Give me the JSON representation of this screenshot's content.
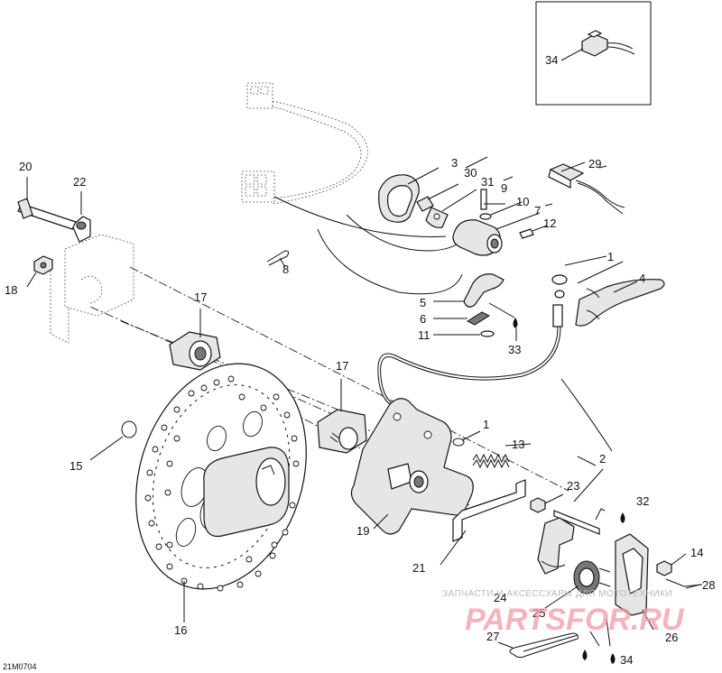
{
  "diagram": {
    "code": "21M0704",
    "callouts": [
      "1",
      "2",
      "3",
      "4",
      "5",
      "6",
      "7",
      "8",
      "9",
      "10",
      "11",
      "12",
      "13",
      "14",
      "15",
      "16",
      "17",
      "18",
      "19",
      "20",
      "21",
      "22",
      "23",
      "24",
      "25",
      "26",
      "27",
      "28",
      "29",
      "30",
      "31",
      "32",
      "33",
      "34"
    ],
    "labels": {
      "c1a": "1",
      "c1b": "1",
      "c2": "2",
      "c3": "3",
      "c4": "4",
      "c5": "5",
      "c6": "6",
      "c7": "7",
      "c8": "8",
      "c9": "9",
      "c10": "10",
      "c11": "11",
      "c12": "12",
      "c13": "13",
      "c14": "14",
      "c15": "15",
      "c16": "16",
      "c17a": "17",
      "c17b": "17",
      "c18": "18",
      "c19": "19",
      "c20": "20",
      "c21": "21",
      "c22": "22",
      "c23": "23",
      "c24": "24",
      "c25": "25",
      "c26": "26",
      "c27": "27",
      "c28": "28",
      "c29": "29",
      "c30": "30",
      "c31": "31",
      "c32": "32",
      "c33": "33",
      "c34a": "34",
      "c34b": "34"
    }
  },
  "watermark": {
    "line1": "ЗАПЧАСТИ И АКСЕССУАРЫ ДЛЯ МОТОТЕХНИКИ",
    "line2": "PARTSFOR.RU"
  }
}
